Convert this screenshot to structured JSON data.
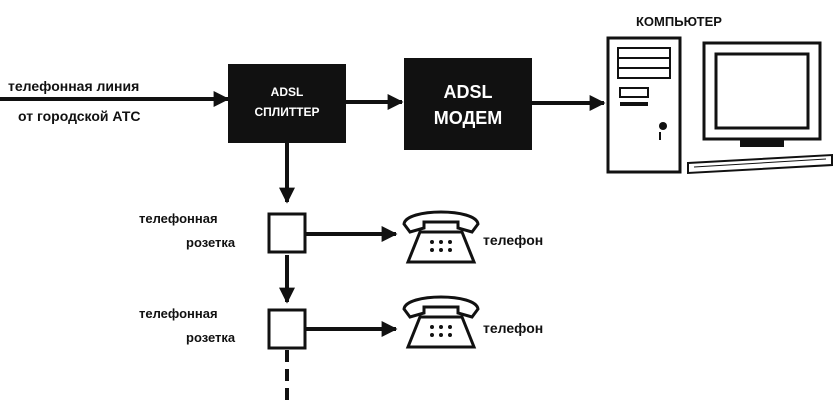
{
  "input": {
    "line1": "телефонная линия",
    "line2": "от городской АТС"
  },
  "splitter": {
    "line1": "ADSL",
    "line2": "СПЛИТТЕР"
  },
  "modem": {
    "line1": "ADSL",
    "line2": "МОДЕМ"
  },
  "computer": {
    "label": "КОМПЬЮТЕР"
  },
  "sockets": [
    {
      "line1": "телефонная",
      "line2": "розетка",
      "phone": "телефон"
    },
    {
      "line1": "телефонная",
      "line2": "розетка",
      "phone": "телефон"
    }
  ],
  "colors": {
    "ink": "#111111",
    "background": "#ffffff"
  }
}
